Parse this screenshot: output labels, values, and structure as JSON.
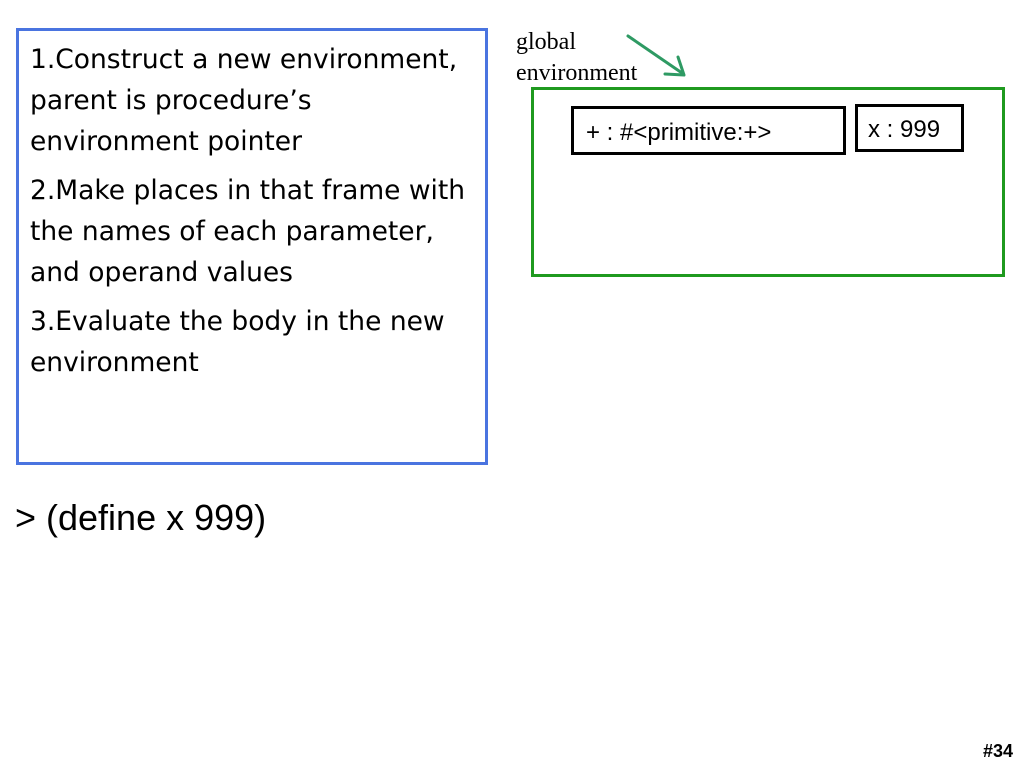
{
  "steps": [
    "1.Construct a new environment, parent is procedure’s environment pointer",
    "2.Make places in that frame with the names of each parameter, and operand values",
    "3.Evaluate the body in the new environment"
  ],
  "command": "> (define x 999)",
  "environment": {
    "label_line1": "global",
    "label_line2": "environment",
    "bindings": [
      "+ : #<primitive:+>",
      "x : 999"
    ]
  },
  "colors": {
    "steps_border": "#4a74e0",
    "frame_border": "#1f9a1f",
    "arrow": "#2e9a63"
  },
  "slide_number": "#34"
}
